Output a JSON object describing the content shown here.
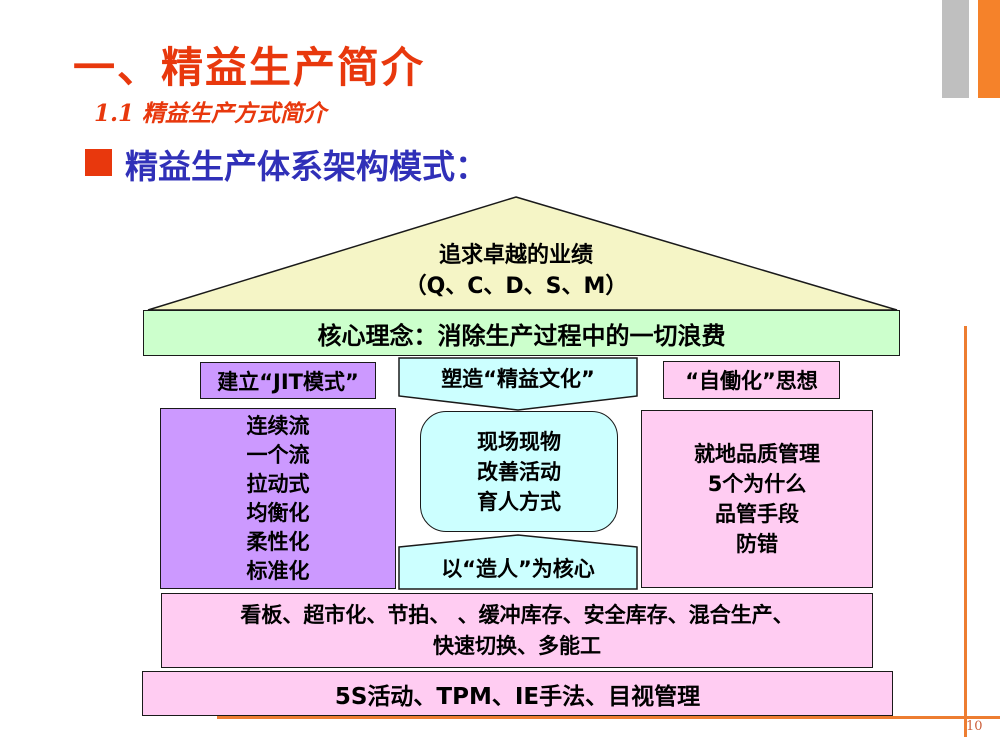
{
  "colors": {
    "title_red": "#E8380D",
    "heading_blue": "#3030B8",
    "roof_yellow": "#F5F5C6",
    "core_green": "#CCFFCC",
    "pillar_purple": "#CC99FF",
    "center_cyan": "#CCFFFF",
    "pillar_pink": "#FFCCF2",
    "accent_orange": "#F5822A",
    "line_orange": "#ED7D31",
    "decor_gray": "#BFBFBF",
    "outline_black": "#1A1A1A"
  },
  "header": {
    "title": "一、精益生产简介",
    "subtitle": "1.1 精益生产方式简介",
    "section_heading": "精益生产体系架构模式："
  },
  "diagram": {
    "roof_line1": "追求卓越的业绩",
    "roof_line2": "（Q、C、D、S、M）",
    "core_bar": "核心理念：消除生产过程中的一切浪费",
    "jit_header": "建立“JIT模式”",
    "culture_header": "塑造“精益文化”",
    "jidoka_header": "“自働化”思想",
    "left_pillar_lines": [
      "连续流",
      "一个流",
      "拉动式",
      "均衡化",
      "柔性化",
      "标准化"
    ],
    "center_lines": [
      "现场现物",
      "改善活动",
      "育人方式"
    ],
    "culture_footer": "以“造人”为核心",
    "right_pillar_lines": [
      "就地品质管理",
      "5个为什么",
      "品管手段",
      "防错"
    ],
    "foundation_row1_line1": "看板、超市化、节拍、 、缓冲库存、安全库存、混合生产、",
    "foundation_row1_line2": "快速切换、多能工",
    "foundation_row2": "5S活动、TPM、IE手法、目视管理"
  },
  "footer": {
    "page_number": "10"
  }
}
